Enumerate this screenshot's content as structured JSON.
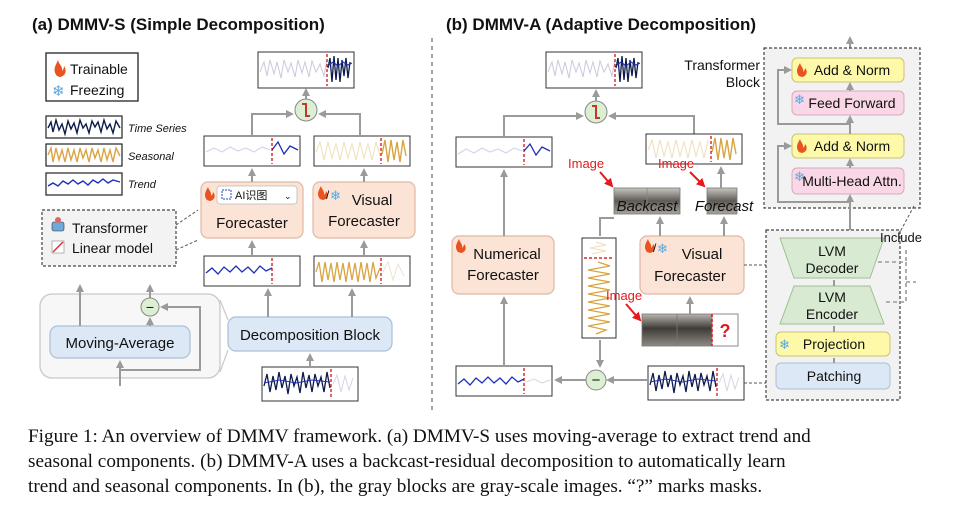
{
  "panel_a": {
    "title": "(a) DMMV-S (Simple Decomposition)",
    "legend": {
      "trainable": "Trainable",
      "freezing": "Freezing"
    },
    "series_legend": {
      "time_series": "Time Series",
      "seasonal": "Seasonal",
      "trend": "Trend"
    },
    "model_legend": {
      "transformer": "Transformer",
      "linear": "Linear model"
    },
    "forecaster": "Forecaster",
    "ai_tool": "AI识图",
    "visual_forecaster_line1": "Visual",
    "visual_forecaster_line2": "Forecaster",
    "decomposition_block": "Decomposition Block",
    "moving_average": "Moving-Average",
    "minus": "−"
  },
  "panel_b": {
    "title": "(b) DMMV-A (Adaptive Decomposition)",
    "transformer_block_line1": "Transformer",
    "transformer_block_line2": "Block",
    "add_norm": "Add & Norm",
    "feed_forward": "Feed Forward",
    "multi_head": "Multi-Head Attn.",
    "include": "Include",
    "lvm_decoder_line1": "LVM",
    "lvm_decoder_line2": "Decoder",
    "lvm_encoder_line1": "LVM",
    "lvm_encoder_line2": "Encoder",
    "projection": "Projection",
    "patching": "Patching",
    "backcast": "Backcast",
    "forecast": "Forecast",
    "image": "Image",
    "mask": "?",
    "numerical_line1": "Numerical",
    "numerical_line2": "Forecaster",
    "visual_line1": "Visual",
    "visual_line2": "Forecaster",
    "minus": "−"
  },
  "caption": {
    "line1": "Figure 1: An overview of DMMV framework. (a) DMMV-S uses moving-average to extract trend and",
    "line2": "seasonal components. (b) DMMV-A uses a backcast-residual decomposition to automatically learn",
    "line3": "trend and seasonal components. In (b), the gray blocks are gray-scale images. “?” marks masks."
  },
  "colors": {
    "forecaster_fill": "#fbe3d6",
    "forecaster_stroke": "#e0b8a3",
    "block_fill": "#dce8f5",
    "block_stroke": "#a9bfd8",
    "lvm_fill": "#d9ead3",
    "add_norm_fill": "#fdf9a8",
    "feed_forward_fill": "#f9d7e6",
    "trend_line": "#1f2fb8",
    "seasonal_line": "#d9a441",
    "series_line": "#0d1a4a",
    "mask_red": "#e41a1c",
    "arrow_gray": "#9a9a9a"
  }
}
